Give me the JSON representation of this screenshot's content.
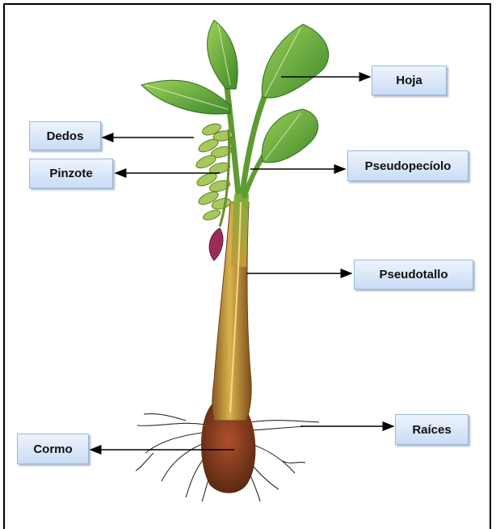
{
  "labels": {
    "hoja": "Hoja",
    "dedos": "Dedos",
    "pinzote": "Pinzote",
    "pseudopeciolo": "Pseudopecíolo",
    "pseudotallo": "Pseudotallo",
    "raices": "Raíces",
    "cormo": "Cormo"
  }
}
